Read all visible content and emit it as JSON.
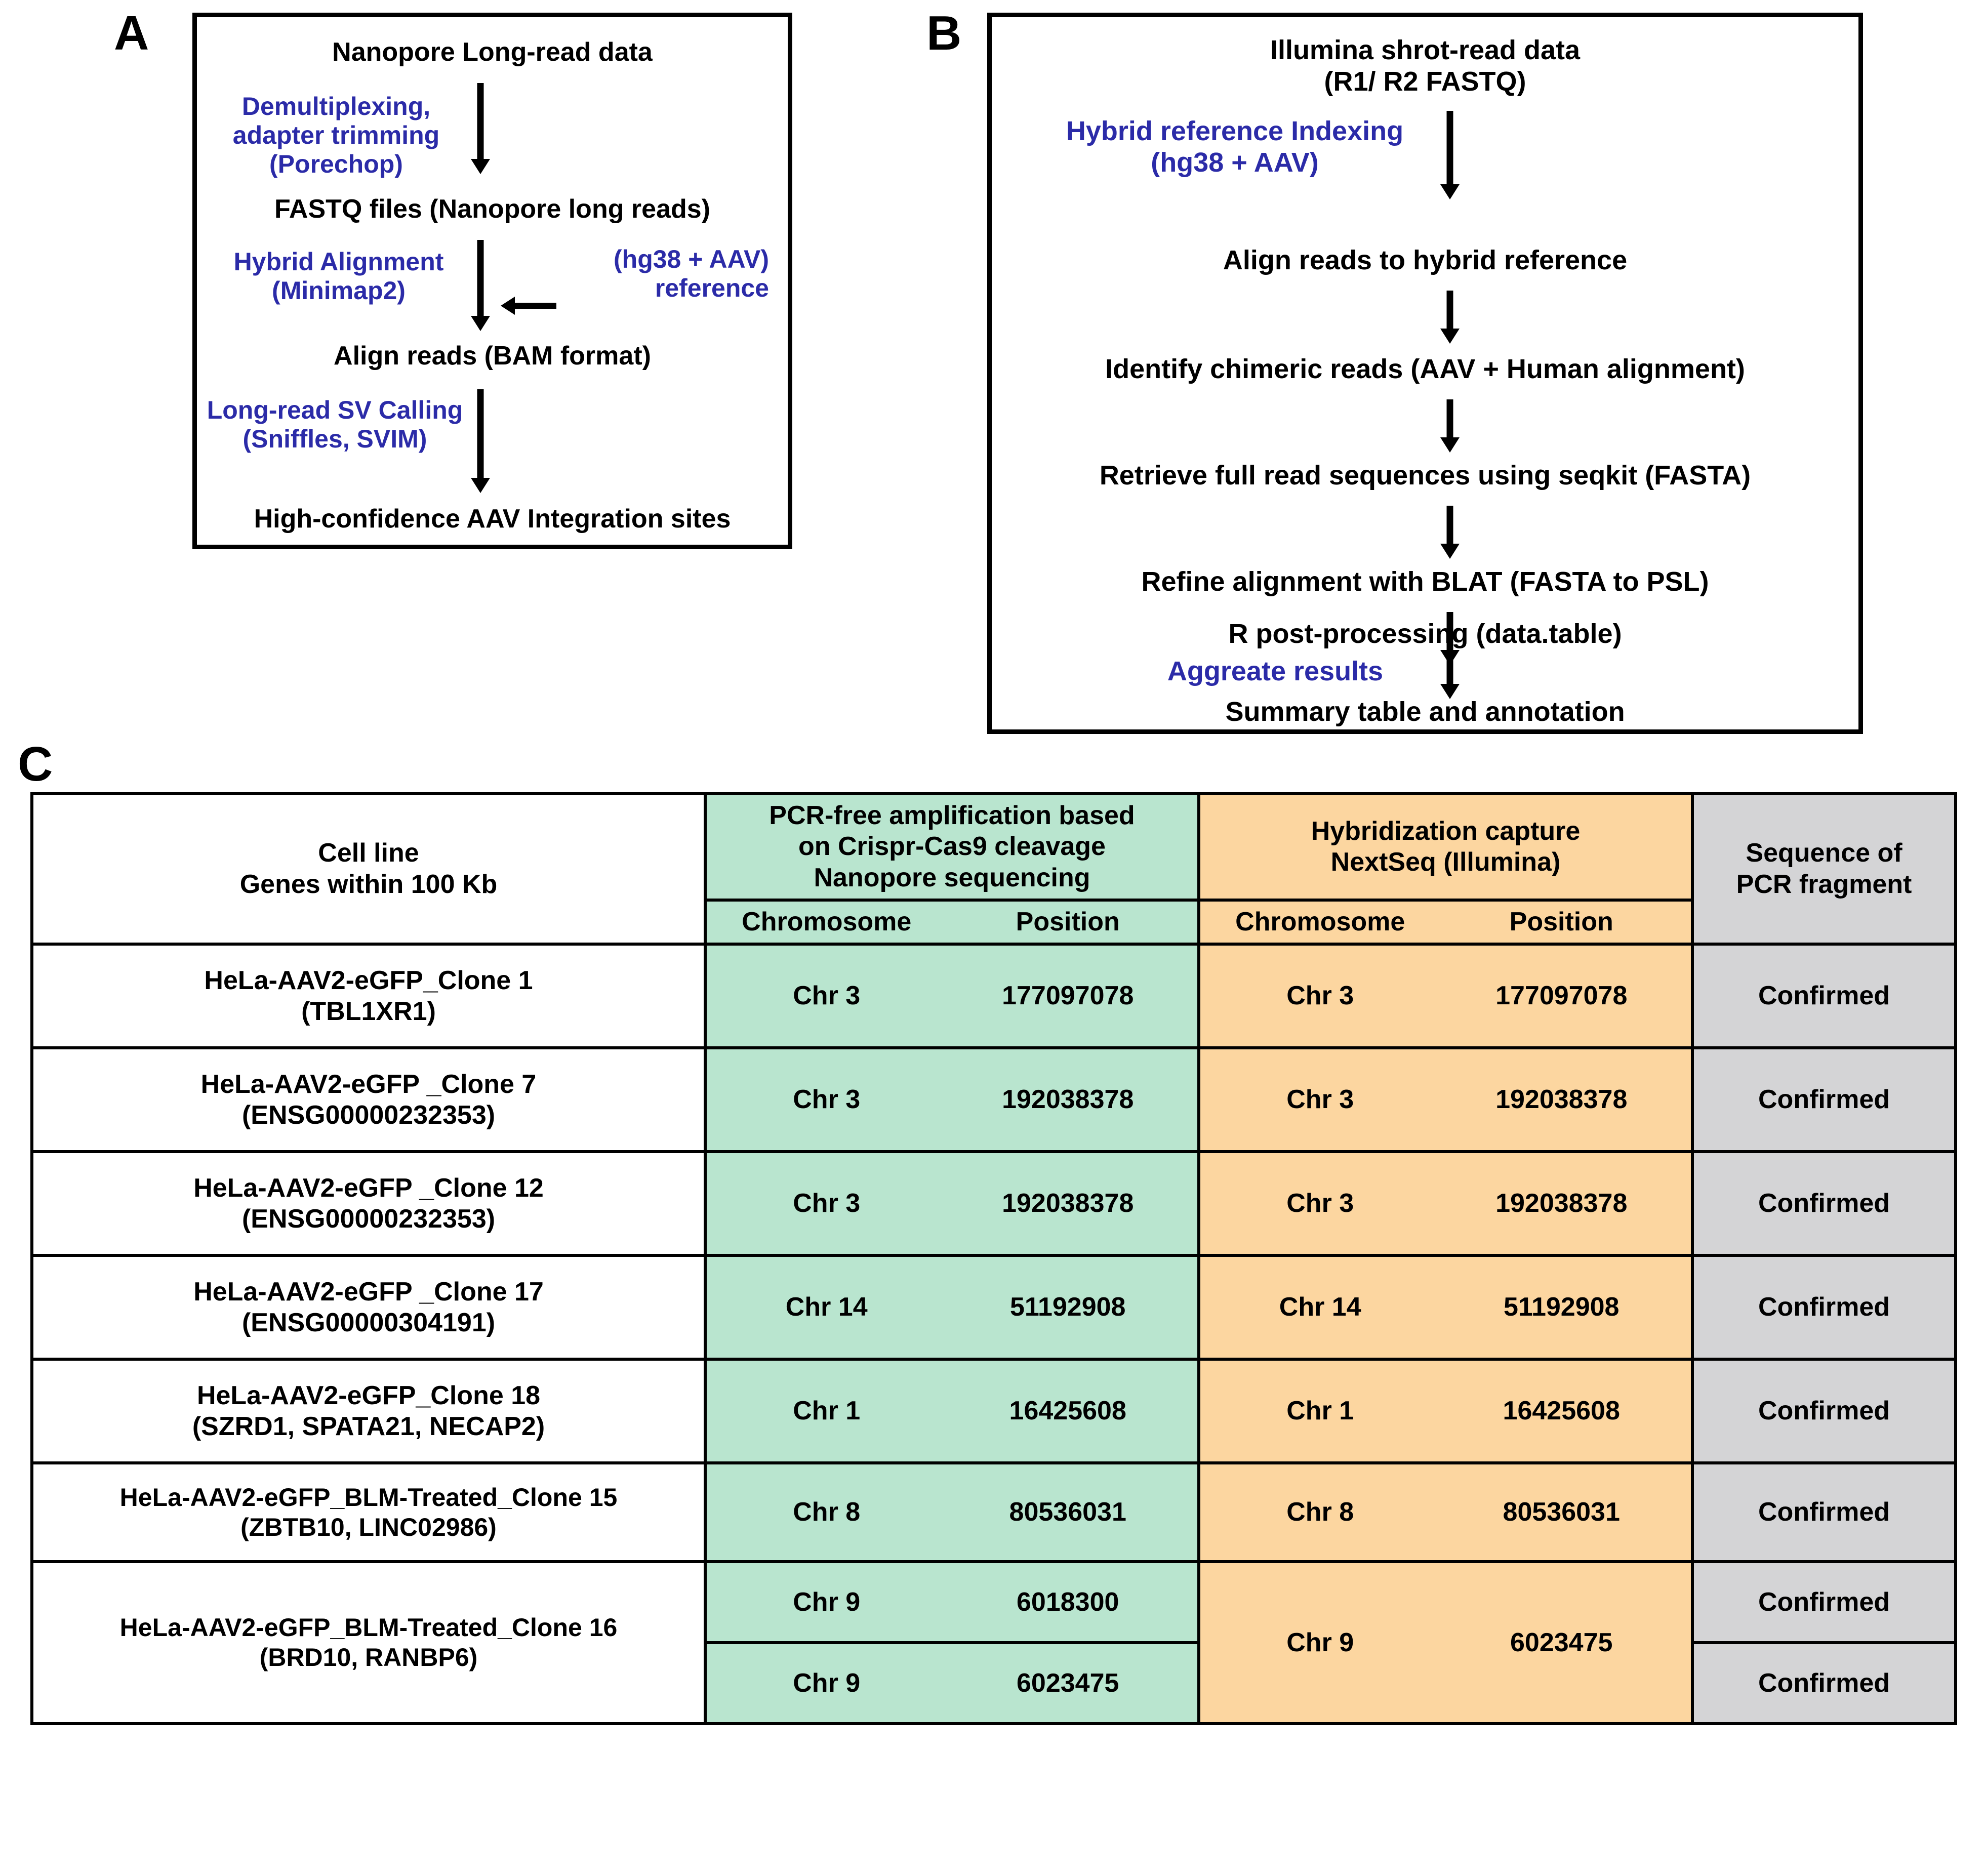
{
  "panels": {
    "a": {
      "letter": "A",
      "nodes": {
        "title": "Nanopore Long-read data",
        "step1_label": "Demultiplexing,\nadapter trimming\n(Porechop)",
        "out1": "FASTQ files (Nanopore long reads)",
        "step2_label": "Hybrid Alignment\n(Minimap2)",
        "step2_side": "(hg38 + AAV)\nreference",
        "out2": "Align reads (BAM format)",
        "step3_label": "Long-read SV Calling\n(Sniffles, SVIM)",
        "out3": "High-confidence AAV Integration sites"
      }
    },
    "b": {
      "letter": "B",
      "nodes": {
        "title": "Illumina shrot-read data\n(R1/ R2 FASTQ)",
        "step1_label": "Hybrid reference Indexing\n(hg38 + AAV)",
        "out1": "Align reads to hybrid reference",
        "out2": "Identify chimeric reads (AAV + Human alignment)",
        "out3": "Retrieve full read sequences using seqkit (FASTA)",
        "out4": "Refine alignment with BLAT (FASTA to PSL)",
        "out5": "R post-processing (data.table)",
        "step_aggregate": "Aggreate results",
        "out6": "Summary table and annotation"
      }
    },
    "c": {
      "letter": "C",
      "table": {
        "headers": {
          "cell_line": "Cell line\nGenes within 100 Kb",
          "nanopore_group": "PCR-free amplification based\non Crispr-Cas9 cleavage\nNanopore sequencing",
          "illumina_group": "Hybridization capture\nNextSeq (Illumina)",
          "sequence": "Sequence of\nPCR fragment",
          "nanopore_chr": "Chromosome",
          "nanopore_pos": "Position",
          "illumina_chr": "Chromosome",
          "illumina_pos": "Position"
        },
        "rows": [
          {
            "cell_line": "HeLa-AAV2-eGFP_Clone 1\n(TBL1XR1)",
            "nanopore_chr": "Chr 3",
            "nanopore_pos": "177097078",
            "illumina_chr": "Chr 3",
            "illumina_pos": "177097078",
            "sequence": "Confirmed"
          },
          {
            "cell_line": "HeLa-AAV2-eGFP _Clone 7\n(ENSG00000232353)",
            "nanopore_chr": "Chr 3",
            "nanopore_pos": "192038378",
            "illumina_chr": "Chr 3",
            "illumina_pos": "192038378",
            "sequence": "Confirmed"
          },
          {
            "cell_line": "HeLa-AAV2-eGFP _Clone 12\n(ENSG00000232353)",
            "nanopore_chr": "Chr 3",
            "nanopore_pos": "192038378",
            "illumina_chr": "Chr 3",
            "illumina_pos": "192038378",
            "sequence": "Confirmed"
          },
          {
            "cell_line": "HeLa-AAV2-eGFP _Clone 17\n(ENSG00000304191)",
            "nanopore_chr": "Chr 14",
            "nanopore_pos": "51192908",
            "illumina_chr": "Chr 14",
            "illumina_pos": "51192908",
            "sequence": "Confirmed"
          },
          {
            "cell_line": "HeLa-AAV2-eGFP_Clone 18\n(SZRD1, SPATA21, NECAP2)",
            "nanopore_chr": "Chr 1",
            "nanopore_pos": "16425608",
            "illumina_chr": "Chr 1",
            "illumina_pos": "16425608",
            "sequence": "Confirmed"
          },
          {
            "cell_line": "HeLa-AAV2-eGFP_BLM-Treated_Clone 15\n(ZBTB10, LINC02986)",
            "nanopore_chr": "Chr 8",
            "nanopore_pos": "80536031",
            "illumina_chr": "Chr 8",
            "illumina_pos": "80536031",
            "sequence": "Confirmed"
          }
        ],
        "split_row": {
          "cell_line": "HeLa-AAV2-eGFP_BLM-Treated_Clone 16\n(BRD10, RANBP6)",
          "nanopore_a_chr": "Chr 9",
          "nanopore_a_pos": "6018300",
          "nanopore_b_chr": "Chr 9",
          "nanopore_b_pos": "6023475",
          "illumina_chr": "Chr 9",
          "illumina_pos": "6023475",
          "sequence_a": "Confirmed",
          "sequence_b": "Confirmed"
        }
      }
    }
  },
  "colors": {
    "nanopore_green": "#b9e5cf",
    "illumina_orange": "#fcd6a0",
    "sequence_gray": "#d4d4d6",
    "tool_blue": "#2b2ba8",
    "text_black": "#000000"
  }
}
